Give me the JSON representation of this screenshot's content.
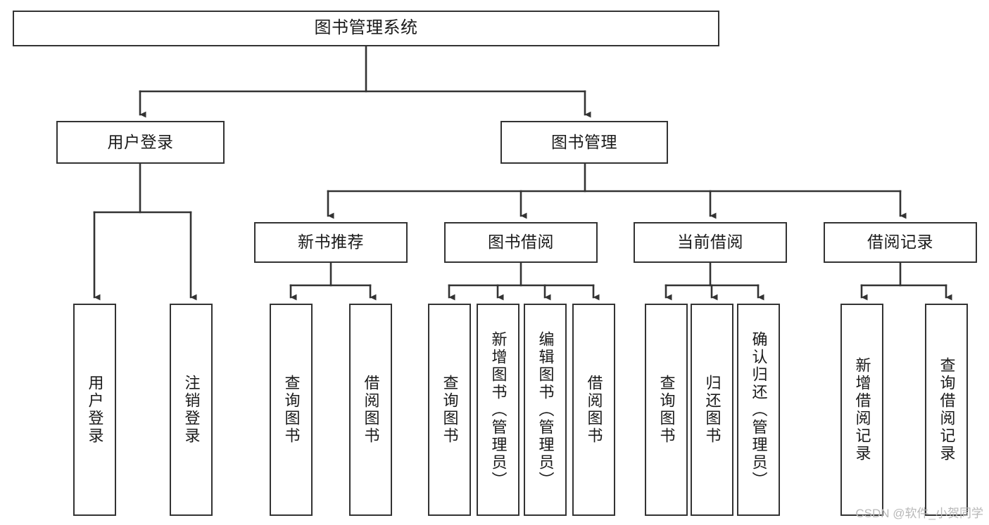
{
  "diagram": {
    "title": "图书管理系统",
    "type": "tree",
    "levels": 4,
    "colors": {
      "node_border": "#333333",
      "node_fill": "#ffffff",
      "edge": "#333333",
      "text": "#1a1a1a",
      "watermark": "#b8b8b8",
      "background": "#ffffff"
    },
    "root": {
      "id": "root",
      "label": "图书管理系统"
    },
    "level2": [
      {
        "id": "user-login",
        "label": "用户登录"
      },
      {
        "id": "book-manage",
        "label": "图书管理"
      }
    ],
    "level3": [
      {
        "id": "new-book-recommend",
        "label": "新书推荐",
        "parent": "book-manage"
      },
      {
        "id": "book-borrow",
        "label": "图书借阅",
        "parent": "book-manage"
      },
      {
        "id": "current-borrow",
        "label": "当前借阅",
        "parent": "book-manage"
      },
      {
        "id": "borrow-record",
        "label": "借阅记录",
        "parent": "book-manage"
      }
    ],
    "leaves": {
      "user_login": [
        {
          "id": "leaf-user-login",
          "label": "用户登录"
        },
        {
          "id": "leaf-logout",
          "label": "注销登录"
        }
      ],
      "new_book_recommend": [
        {
          "id": "leaf-query-book-1",
          "label": "查询图书"
        },
        {
          "id": "leaf-borrow-book-1",
          "label": "借阅图书"
        }
      ],
      "book_borrow": [
        {
          "id": "leaf-query-book-2",
          "label": "查询图书"
        },
        {
          "id": "leaf-add-book",
          "label": "新增图书（管理员）"
        },
        {
          "id": "leaf-edit-book",
          "label": "编辑图书（管理员）"
        },
        {
          "id": "leaf-borrow-book-2",
          "label": "借阅图书"
        }
      ],
      "current_borrow": [
        {
          "id": "leaf-query-book-3",
          "label": "查询图书"
        },
        {
          "id": "leaf-return-book",
          "label": "归还图书"
        },
        {
          "id": "leaf-confirm-return",
          "label": "确认归还（管理员）"
        }
      ],
      "borrow_record": [
        {
          "id": "leaf-add-record",
          "label": "新增借阅记录"
        },
        {
          "id": "leaf-query-record",
          "label": "查询借阅记录"
        }
      ]
    }
  },
  "watermark": {
    "text": "CSDN @软件_小贺同学"
  }
}
